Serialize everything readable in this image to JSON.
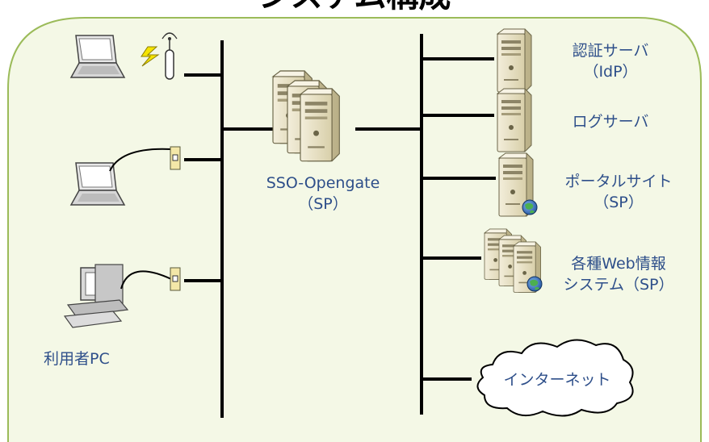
{
  "title": "システム構成",
  "colors": {
    "panel_fill": "#f4f8e6",
    "panel_stroke": "#9bbb59",
    "line": "#000000",
    "label": "#2e4f8a",
    "server_body": "#e9e2c8",
    "server_dark": "#cfc6a2",
    "globe": "#2f6fc4"
  },
  "nodes": {
    "sso": {
      "name": "SSO-Opengate",
      "sub": "（SP）",
      "icon": "server-cluster-icon"
    },
    "idp": {
      "name": "認証サーバ",
      "sub": "（IdP）",
      "icon": "server-icon"
    },
    "log": {
      "name": "ログサーバ",
      "icon": "server-icon"
    },
    "portal": {
      "name": "ポータルサイト",
      "sub": "（SP）",
      "icon": "web-server-icon"
    },
    "websys": {
      "name": "各種Web情報",
      "sub": "システム（SP）",
      "icon": "web-server-cluster-icon"
    },
    "internet": {
      "name": "インターネット",
      "icon": "cloud-icon"
    },
    "user_pc": {
      "name": "利用者PC"
    }
  },
  "clients": [
    {
      "type": "wireless-laptop",
      "icon": "laptop-icon"
    },
    {
      "type": "wired-laptop",
      "icon": "laptop-icon"
    },
    {
      "type": "desktop",
      "icon": "desktop-pc-icon"
    }
  ]
}
